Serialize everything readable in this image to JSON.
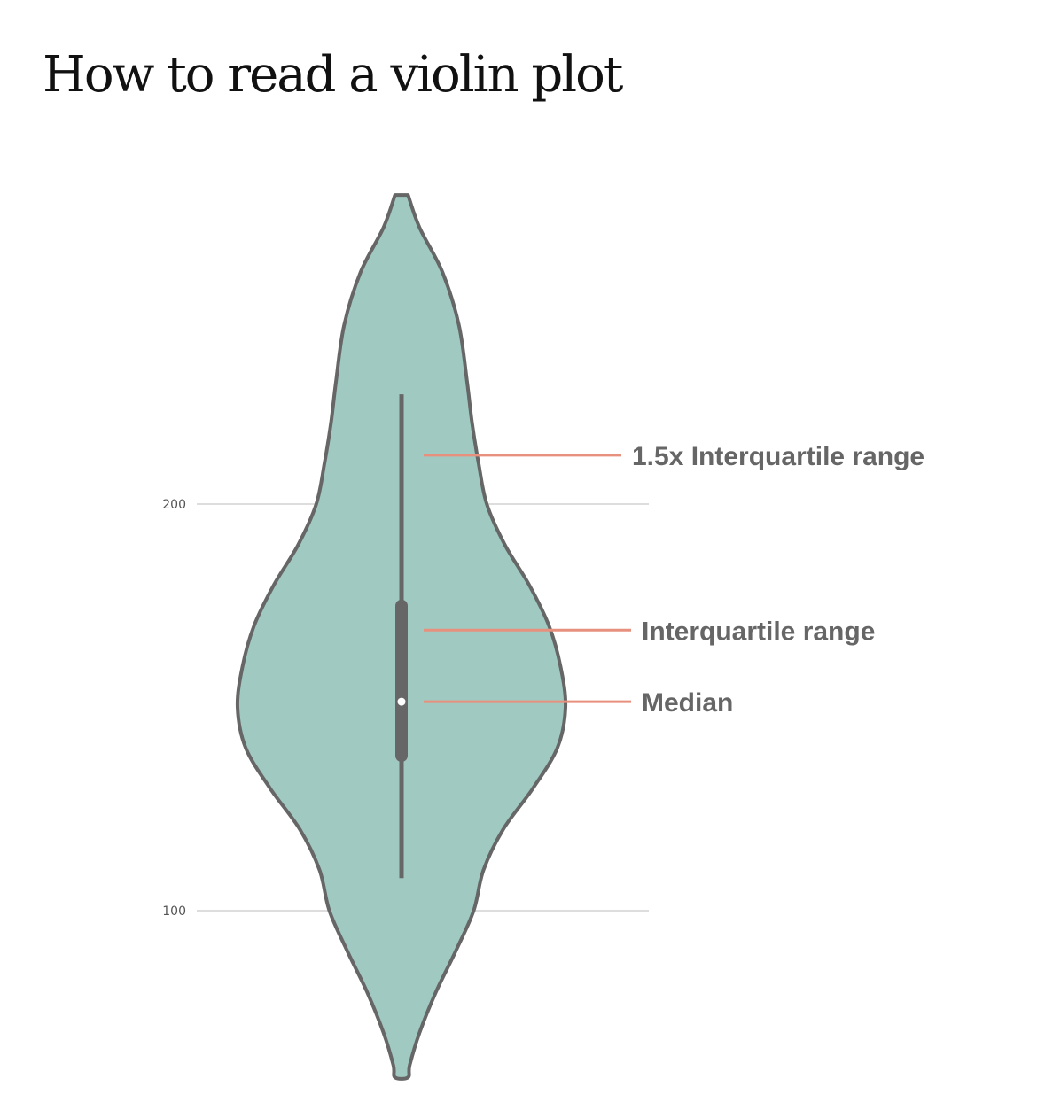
{
  "title": "How to read a violin plot",
  "chart_data": {
    "type": "violin",
    "yticks": [
      100,
      200
    ],
    "ylim": [
      59,
      276
    ],
    "grid": true,
    "colors": {
      "fill": "#a0c9c1",
      "outline": "#666666",
      "annotation": "#e8907e",
      "grid": "#dddddd"
    },
    "density_profile": [
      [
        276,
        0.04
      ],
      [
        268,
        0.11
      ],
      [
        257,
        0.25
      ],
      [
        244,
        0.35
      ],
      [
        230,
        0.4
      ],
      [
        220,
        0.43
      ],
      [
        210,
        0.47
      ],
      [
        200,
        0.52
      ],
      [
        190,
        0.63
      ],
      [
        180,
        0.78
      ],
      [
        170,
        0.9
      ],
      [
        160,
        0.97
      ],
      [
        150,
        1.0
      ],
      [
        140,
        0.95
      ],
      [
        130,
        0.8
      ],
      [
        120,
        0.62
      ],
      [
        110,
        0.5
      ],
      [
        100,
        0.44
      ],
      [
        90,
        0.33
      ],
      [
        80,
        0.21
      ],
      [
        70,
        0.11
      ],
      [
        62,
        0.05
      ],
      [
        59,
        0.04
      ]
    ],
    "whisker_high": 227,
    "whisker_low": 108,
    "q3": 176.5,
    "q1": 136.6,
    "median": 151.4,
    "annotations": [
      {
        "label": "1.5x Interquartile range",
        "value": 212
      },
      {
        "label": "Interquartile range",
        "value": 169
      },
      {
        "label": "Median",
        "value": 151.4
      }
    ]
  }
}
